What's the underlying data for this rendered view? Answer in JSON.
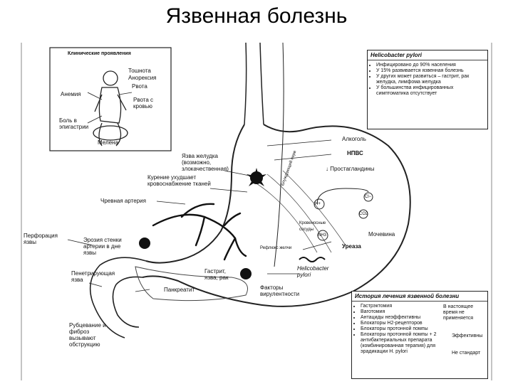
{
  "title": "Язвенная болезнь",
  "clinical": {
    "header": "Клинические проявления",
    "nausea": "Тошнота",
    "anorexia": "Анорексия",
    "vomiting": "Рвота",
    "anemia": "Анемия",
    "vomit_blood": "Рвота с кровью",
    "pain": "Боль в эпигастрии",
    "melena": "Мелена"
  },
  "hp_box": {
    "header": "Helicobacter pylori",
    "items": [
      "Инфицировано до 90% населения",
      "У 15% развивается язвенная болезнь",
      "У других может развиться – гастрит, рак желудка, лимфома желудка",
      "У большинства инфицированных симптоматика отсутствует"
    ]
  },
  "history_box": {
    "header": "История лечения язвенной болезни",
    "items": [
      "Гастрэктомия",
      "Ваготомия",
      "Антациды неэффективны",
      "Блокаторы H2-рецепторов",
      "Блокаторы протонной помпы",
      "Блокаторы протонной помпы + 2 антибактериальных препарата (комбинированная терапия) для эрадикации H. pylori"
    ],
    "note_now": "В настоящее время не применяется",
    "note_effective": "Эффективны",
    "note_standard": "Не стандарт"
  },
  "labels": {
    "ulcer_stomach": "Язва желудка (возможно, злокачественная)",
    "smoking": "Курение ухудшает кровоснабжение тканей",
    "artery": "Чревная артерия",
    "perforation": "Перфорация язвы",
    "erosion": "Эрозия стенки артерии в дне язвы",
    "penetrating": "Пенетрирующая язва",
    "pancreatitis": "Панкреатит",
    "scarring": "Рубцевание и фиброз вызывают обструкцию",
    "alcohol": "Алкоголь",
    "nsaid": "НПВС",
    "prostaglandins": "↓ Простагландины",
    "h_ion": "H+",
    "cl_ion": "Cl−",
    "co2": "CO2",
    "nh3": "NH3",
    "urea": "Мочевина",
    "urease": "Уреаза",
    "hp": "Helicobacter pylori",
    "virulence": "Факторы вирулентности",
    "gastritis": "Гастрит, язва, рак",
    "vagus": "Блуждающий нерв",
    "vessels": "Кровеносные сосуды",
    "reflux": "Рефлюкс желчи"
  }
}
